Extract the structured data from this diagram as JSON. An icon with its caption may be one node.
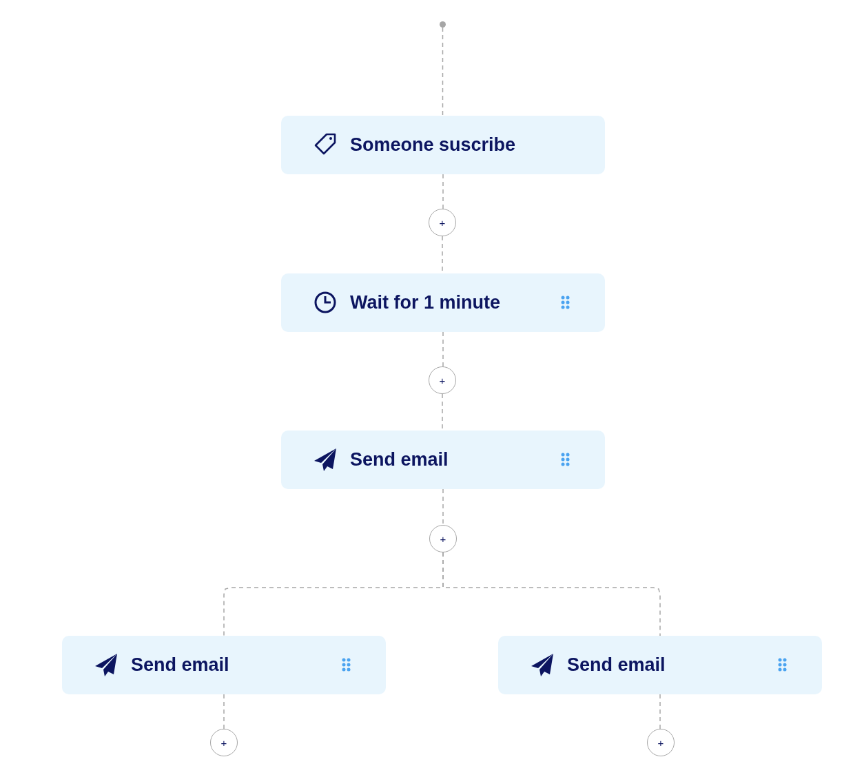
{
  "diagram": {
    "nodes": [
      {
        "text": [],
        "shape": "circle"
      },
      {
        "text": [
          "Someone suscribe"
        ]
      },
      {
        "text": [
          "+"
        ]
      },
      {
        "text": [
          "Wait for 1 minute"
        ]
      },
      {
        "text": [
          "+"
        ]
      },
      {
        "text": [
          "Send email"
        ]
      },
      {
        "text": [
          "+"
        ]
      },
      {
        "text": [
          "Send email"
        ]
      },
      {
        "text": [
          "Send email"
        ]
      },
      {
        "text": [
          "+"
        ]
      },
      {
        "text": [
          "+"
        ]
      }
    ],
    "edges": [
      {
        "from": 0,
        "to": 1,
        "arrow": "none"
      },
      {
        "from": 1,
        "to": 2,
        "arrow": "none"
      },
      {
        "from": 2,
        "to": 3,
        "arrow": "none"
      },
      {
        "from": 3,
        "to": 4,
        "arrow": "none"
      },
      {
        "from": 4,
        "to": 5,
        "arrow": "none"
      },
      {
        "from": 5,
        "to": 6,
        "arrow": "none"
      },
      {
        "from": 6,
        "to": 7,
        "arrow": "none"
      },
      {
        "from": 6,
        "to": 8,
        "arrow": "none"
      },
      {
        "from": 7,
        "to": 9,
        "arrow": "none"
      },
      {
        "from": 8,
        "to": 10,
        "arrow": "none"
      }
    ]
  }
}
